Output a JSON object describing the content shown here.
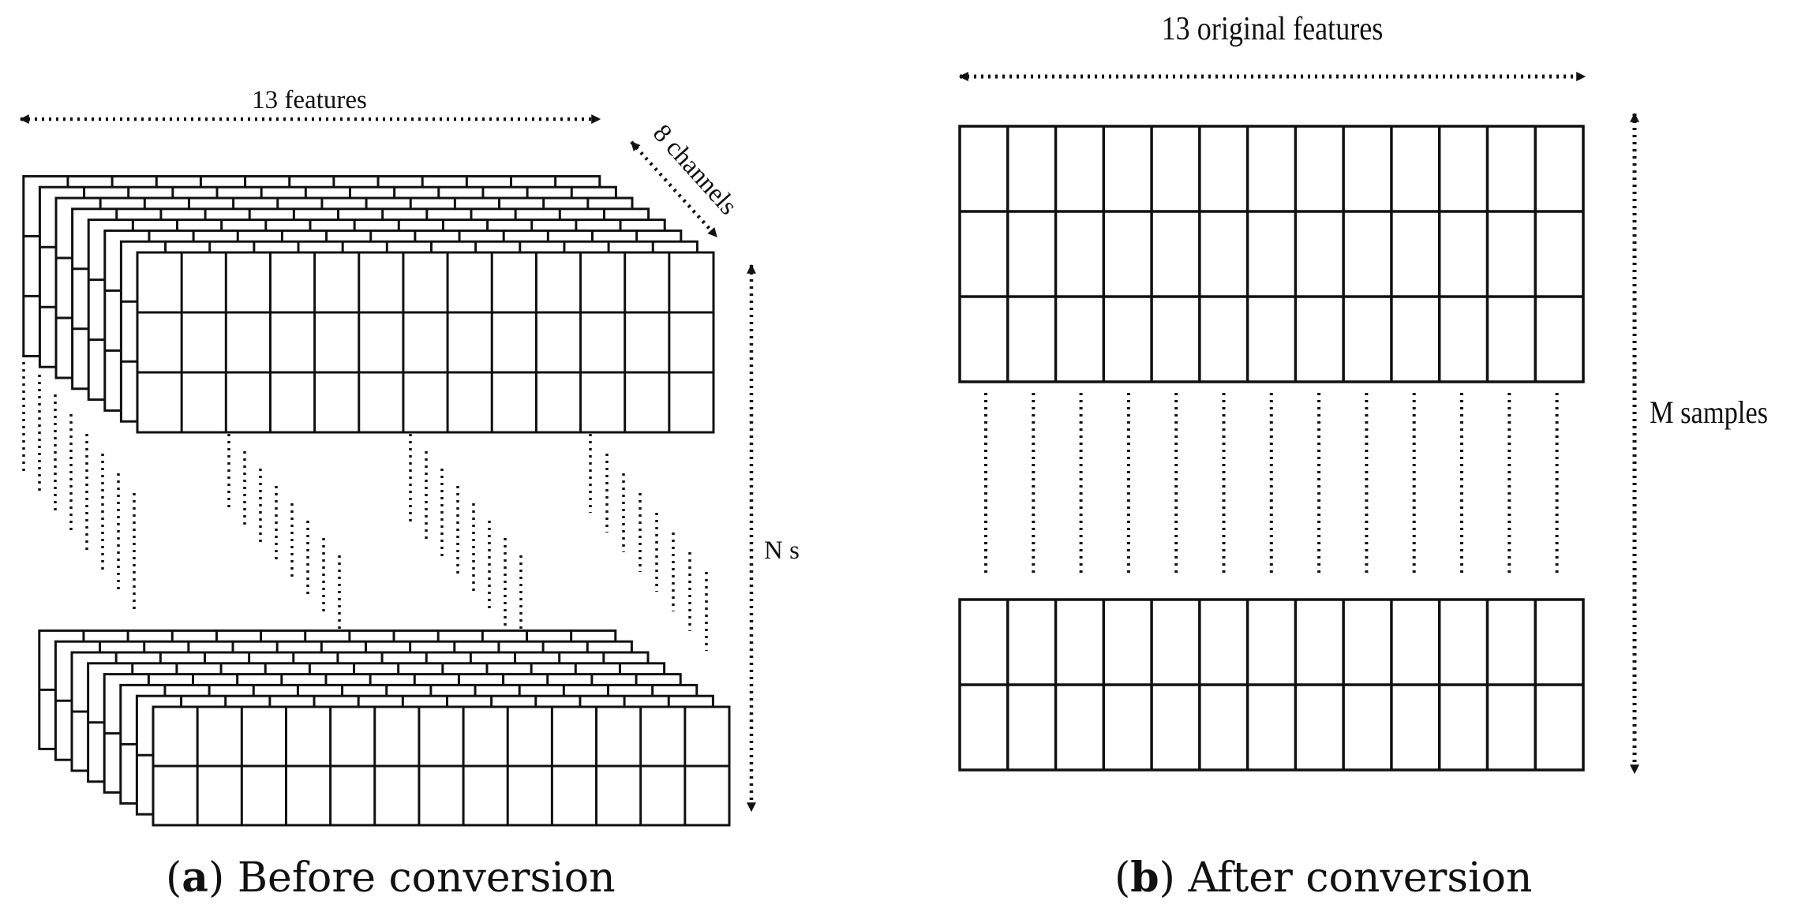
{
  "panel_a": {
    "width_label": "13 features",
    "depth_label": "8 channels",
    "height_label": "N s",
    "caption_letter": "a",
    "caption_text": "Before conversion"
  },
  "panel_b": {
    "width_label": "13 original features",
    "height_label": "M samples",
    "caption_letter": "b",
    "caption_text": "After conversion"
  },
  "structure": {
    "features": 13,
    "channels": 8,
    "panel_a_top_rows": 3,
    "panel_a_bottom_rows": 2,
    "panel_b_top_rows": 3,
    "panel_b_bottom_rows": 2
  },
  "colors": {
    "line": "#111111",
    "background": "#ffffff"
  }
}
